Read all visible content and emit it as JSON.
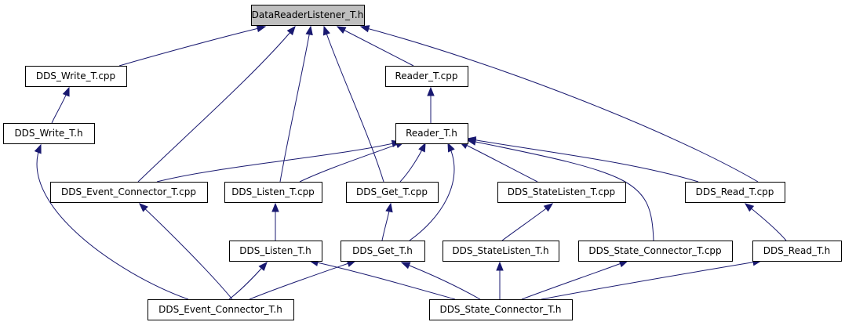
{
  "diagram": {
    "type": "include-dependency-graph",
    "colors": {
      "edge": "#191970",
      "root_fill": "#bfbfbf",
      "node_fill": "#ffffff",
      "border": "#000000"
    },
    "nodes": [
      {
        "id": "root",
        "label": "DataReaderListener_T.h"
      },
      {
        "id": "write_cpp",
        "label": "DDS_Write_T.cpp"
      },
      {
        "id": "reader_cpp",
        "label": "Reader_T.cpp"
      },
      {
        "id": "write_h",
        "label": "DDS_Write_T.h"
      },
      {
        "id": "reader_h",
        "label": "Reader_T.h"
      },
      {
        "id": "event_cpp",
        "label": "DDS_Event_Connector_T.cpp"
      },
      {
        "id": "listen_cpp",
        "label": "DDS_Listen_T.cpp"
      },
      {
        "id": "get_cpp",
        "label": "DDS_Get_T.cpp"
      },
      {
        "id": "statelisten_cpp",
        "label": "DDS_StateListen_T.cpp"
      },
      {
        "id": "read_cpp",
        "label": "DDS_Read_T.cpp"
      },
      {
        "id": "listen_h",
        "label": "DDS_Listen_T.h"
      },
      {
        "id": "get_h",
        "label": "DDS_Get_T.h"
      },
      {
        "id": "statelisten_h",
        "label": "DDS_StateListen_T.h"
      },
      {
        "id": "state_cpp",
        "label": "DDS_State_Connector_T.cpp"
      },
      {
        "id": "read_h",
        "label": "DDS_Read_T.h"
      },
      {
        "id": "event_h",
        "label": "DDS_Event_Connector_T.h"
      },
      {
        "id": "state_h",
        "label": "DDS_State_Connector_T.h"
      }
    ],
    "edges": [
      {
        "from": "write_cpp",
        "to": "root"
      },
      {
        "from": "event_cpp",
        "to": "root"
      },
      {
        "from": "listen_cpp",
        "to": "root"
      },
      {
        "from": "get_cpp",
        "to": "root"
      },
      {
        "from": "reader_cpp",
        "to": "root"
      },
      {
        "from": "read_cpp",
        "to": "root"
      },
      {
        "from": "write_h",
        "to": "write_cpp"
      },
      {
        "from": "reader_h",
        "to": "reader_cpp"
      },
      {
        "from": "event_cpp",
        "to": "reader_h"
      },
      {
        "from": "listen_cpp",
        "to": "reader_h"
      },
      {
        "from": "get_cpp",
        "to": "reader_h"
      },
      {
        "from": "get_h",
        "to": "reader_h"
      },
      {
        "from": "statelisten_cpp",
        "to": "reader_h"
      },
      {
        "from": "state_cpp",
        "to": "reader_h"
      },
      {
        "from": "read_cpp",
        "to": "reader_h"
      },
      {
        "from": "event_h",
        "to": "write_h"
      },
      {
        "from": "event_h",
        "to": "event_cpp"
      },
      {
        "from": "listen_h",
        "to": "listen_cpp"
      },
      {
        "from": "get_h",
        "to": "get_cpp"
      },
      {
        "from": "statelisten_h",
        "to": "statelisten_cpp"
      },
      {
        "from": "read_h",
        "to": "read_cpp"
      },
      {
        "from": "event_h",
        "to": "listen_h"
      },
      {
        "from": "event_h",
        "to": "get_h"
      },
      {
        "from": "state_h",
        "to": "listen_h"
      },
      {
        "from": "state_h",
        "to": "get_h"
      },
      {
        "from": "state_h",
        "to": "statelisten_h"
      },
      {
        "from": "state_h",
        "to": "state_cpp"
      },
      {
        "from": "state_h",
        "to": "read_h"
      }
    ]
  }
}
